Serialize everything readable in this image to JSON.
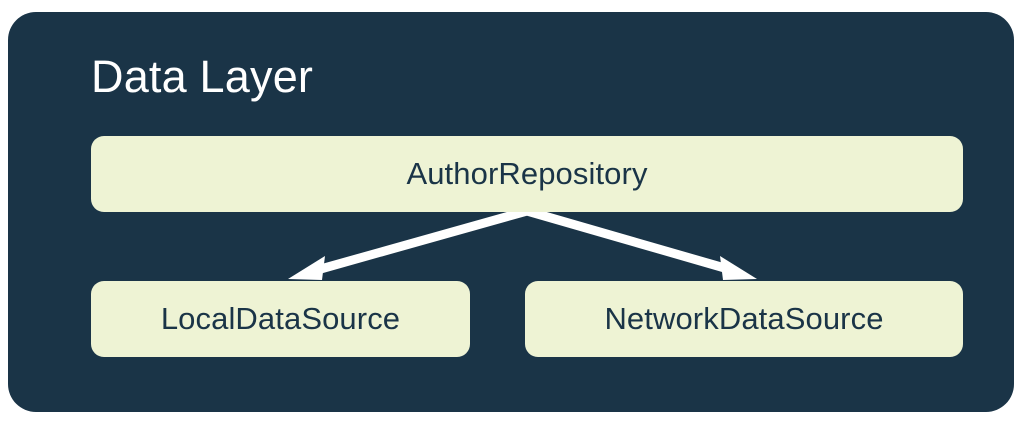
{
  "panel": {
    "title": "Data Layer",
    "background_color": "#1a3447",
    "title_color": "#ffffff"
  },
  "page": {
    "background_color": "#ffffff"
  },
  "nodes": {
    "box_color": "#eef3d4",
    "text_color": "#1a3447",
    "repository": {
      "label": "AuthorRepository"
    },
    "local": {
      "label": "LocalDataSource"
    },
    "network": {
      "label": "NetworkDataSource"
    }
  },
  "connectors": {
    "color": "#ffffff",
    "edges": [
      {
        "from": "AuthorRepository",
        "to": "LocalDataSource"
      },
      {
        "from": "AuthorRepository",
        "to": "NetworkDataSource"
      }
    ]
  }
}
